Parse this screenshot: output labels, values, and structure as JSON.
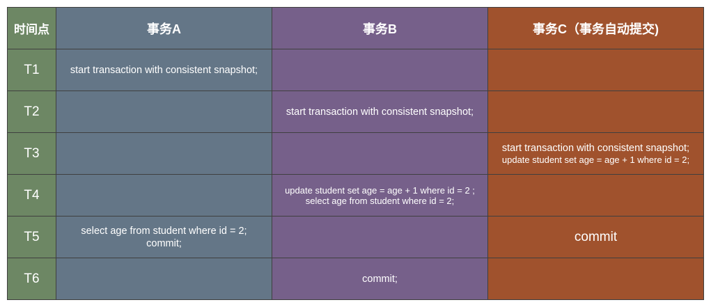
{
  "header": {
    "time_label": "时间点",
    "txn_a": "事务A",
    "txn_b": "事务B",
    "txn_c": "事务C（事务自动提交)"
  },
  "rows": [
    {
      "time": "T1",
      "a": [
        "start transaction with consistent snapshot;"
      ],
      "b": [],
      "c": []
    },
    {
      "time": "T2",
      "a": [],
      "b": [
        "start transaction with consistent snapshot;"
      ],
      "c": []
    },
    {
      "time": "T3",
      "a": [],
      "b": [],
      "c": [
        "start transaction with consistent snapshot;",
        "update student set age = age + 1 where id = 2;"
      ]
    },
    {
      "time": "T4",
      "a": [],
      "b": [
        "update student set age = age + 1 where id = 2 ;",
        "select age from student where id = 2;"
      ],
      "c": []
    },
    {
      "time": "T5",
      "a": [
        "select age from student where id = 2;",
        "commit;"
      ],
      "b": [],
      "c": [
        "commit"
      ]
    },
    {
      "time": "T6",
      "a": [],
      "b": [
        "commit;"
      ],
      "c": []
    }
  ],
  "colors": {
    "time_column": "#6d8764",
    "txn_a": "#647687",
    "txn_b": "#76608a",
    "txn_c": "#a0522d",
    "border": "#3f3f3f",
    "text": "#ffffff"
  }
}
